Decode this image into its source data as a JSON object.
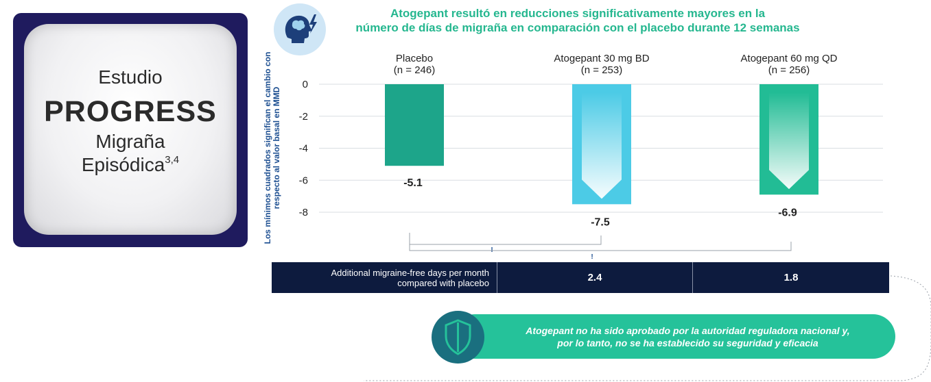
{
  "study": {
    "line1": "Estudio",
    "line2": "PROGRESS",
    "line3": "Migraña",
    "line4": "Episódica",
    "line4_sup": "3,4"
  },
  "header": {
    "title_line1": "Atogepant resultó en reducciones significativamente mayores en la",
    "title_line2": "número de días de migraña en comparación con el placebo durante 12 semanas",
    "icon": "brain-lightning-icon"
  },
  "chart_data": {
    "type": "bar",
    "ylabel": "Los mínimos cuadrados significan el cambio con respecto al valor basal en MMD",
    "ylim": [
      -8,
      0
    ],
    "yticks": [
      0,
      -2,
      -4,
      -6,
      -8
    ],
    "categories": [
      {
        "name": "Placebo",
        "n": "(n = 246)",
        "value": -5.1,
        "label": "-5.1",
        "color": "#1da58a",
        "arrow": false
      },
      {
        "name": "Atogepant 30 mg BD",
        "n": "(n = 253)",
        "value": -7.5,
        "label": "-7.5",
        "color": "#4ccbe6",
        "arrow": true
      },
      {
        "name": "Atogepant 60 mg QD",
        "n": "(n = 256)",
        "value": -6.9,
        "label": "-6.9",
        "color": "#22bc95",
        "arrow": true
      }
    ],
    "grid": true,
    "significance_marks": [
      "!",
      "!"
    ]
  },
  "table": {
    "label_line1": "Additional migraine-free days per month",
    "label_line2": "compared with placebo",
    "values": [
      "2.4",
      "1.8"
    ]
  },
  "notice": {
    "line1": "Atogepant no ha sido aprobado por la autoridad reguladora nacional y,",
    "line2": "por lo tanto, no se ha establecido su seguridad y eficacia",
    "icon": "shield-icon"
  },
  "colors": {
    "title_green": "#25b78f",
    "card_navy": "#1f1b5e",
    "table_navy": "#0d1b3e",
    "axis_label_blue": "#1d4f91",
    "notice_green": "#25c29a",
    "shield_teal": "#1a6f7f"
  }
}
